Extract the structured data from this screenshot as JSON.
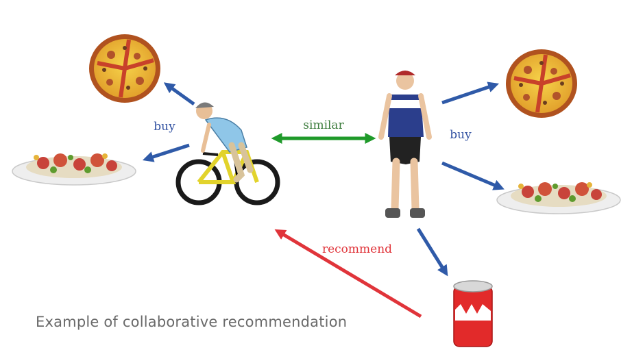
{
  "labels": {
    "similar": "similar",
    "buy_left": "buy",
    "buy_right": "buy",
    "recommend": "recommend"
  },
  "caption": "Example of collaborative recommendation",
  "colors": {
    "buy_arrow": "#2f5aa8",
    "similar_arrow": "#1f9a2a",
    "recommend_arrow": "#e0343a",
    "similar_text": "#3d7d3d",
    "buy_text": "#2f4fa0",
    "recommend_text": "#e0343a",
    "caption_text": "#6a6a6a"
  }
}
